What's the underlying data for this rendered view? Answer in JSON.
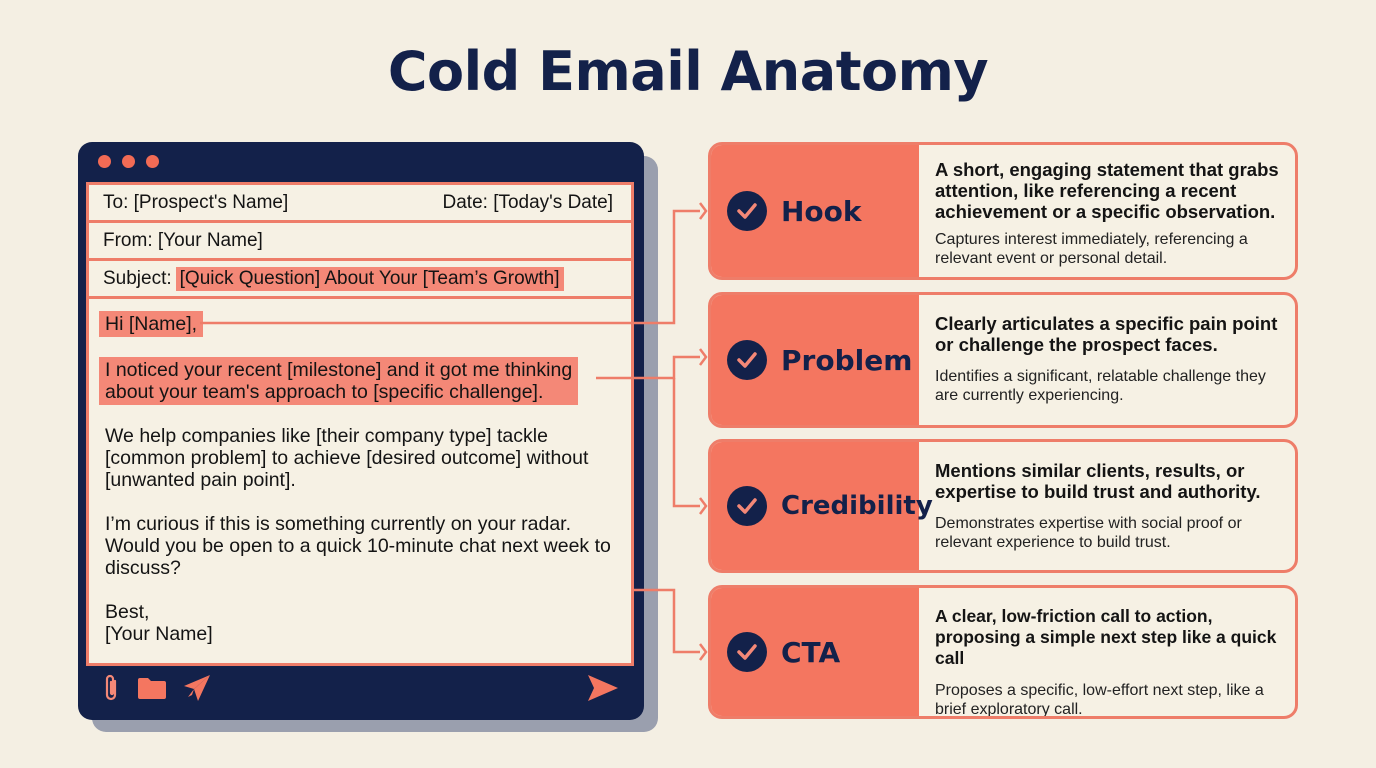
{
  "title": "Cold Email Anatomy",
  "email": {
    "to": "To: [Prospect's Name]",
    "date": "Date: [Today's Date]",
    "from": "From: [Your Name]",
    "subject_label": "Subject:",
    "subject_value": "[Quick Question] About Your [Team’s Growth]",
    "greeting": "Hi [Name],",
    "hook_line1": "I noticed your recent [milestone] and it got me thinking",
    "hook_line2": "about your team's approach to [specific challenge].",
    "credibility": "We help companies like [their company type] tackle [common problem] to achieve [desired outcome] without [unwanted pain point].",
    "cta": "I’m curious if this is something currently on your radar. Would you be open to a quick 10-minute chat next week to discuss?",
    "signoff": "Best,",
    "signature": "[Your Name]",
    "toolbar_icons": [
      "paperclip-icon",
      "folder-icon",
      "paper-plane-icon"
    ],
    "send_icon": "send-arrow-icon"
  },
  "cards": [
    {
      "label": "Hook",
      "main": "A short, engaging statement that grabs attention, like referencing a recent achievement or a specific observation.",
      "sub": "Captures interest immediately, referencing a relevant event or personal detail."
    },
    {
      "label": "Problem",
      "main": "Clearly articulates a specific pain point or challenge the prospect faces.",
      "sub": "Identifies a significant, relatable challenge they are currently experiencing."
    },
    {
      "label": "Credibility",
      "main": "Mentions similar clients, results, or expertise to build trust and authority.",
      "sub": "Demonstrates expertise with social proof or relevant experience to build trust."
    },
    {
      "label": "CTA",
      "main": "A clear, low-friction call to action, proposing a simple next step like a quick call",
      "sub": "Proposes a specific, low-effort next step, like a brief exploratory call."
    }
  ],
  "colors": {
    "navy": "#13214a",
    "coral": "#f47660",
    "highlight": "#f48877",
    "background": "#f4efe3"
  }
}
